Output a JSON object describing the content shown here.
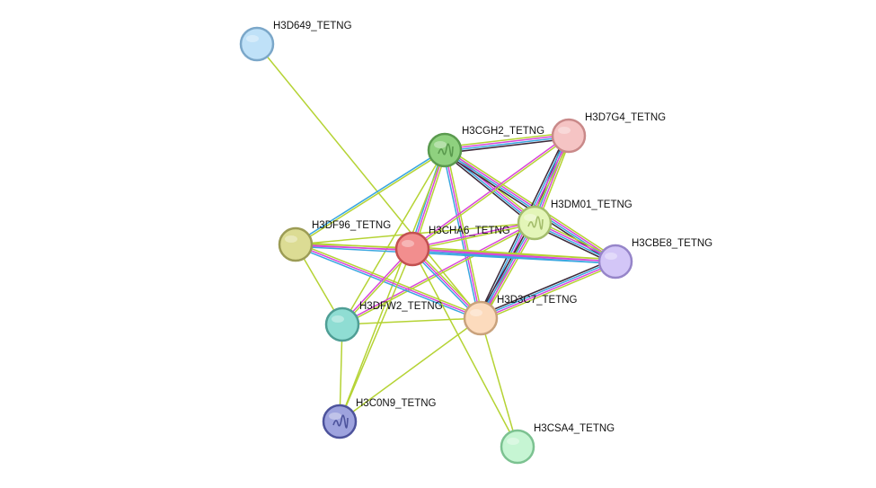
{
  "network": {
    "nodes": [
      {
        "id": "H3D649_TETNG",
        "label": "H3D649_TETNG",
        "fill": "#bfe1f8",
        "stroke": "#7ba7c9",
        "icon": "none"
      },
      {
        "id": "H3CGH2_TETNG",
        "label": "H3CGH2_TETNG",
        "fill": "#8fd17f",
        "stroke": "#5a9a4e",
        "icon": "protein-structure-icon"
      },
      {
        "id": "H3D7G4_TETNG",
        "label": "H3D7G4_TETNG",
        "fill": "#f5c4c4",
        "stroke": "#c98989",
        "icon": "none"
      },
      {
        "id": "H3DM01_TETNG",
        "label": "H3DM01_TETNG",
        "fill": "#e3f5b8",
        "stroke": "#a4bd6c",
        "icon": "protein-structure-icon"
      },
      {
        "id": "H3DF96_TETNG",
        "label": "H3DF96_TETNG",
        "fill": "#dcdc94",
        "stroke": "#9c9c55",
        "icon": "none"
      },
      {
        "id": "H3CHA6_TETNG",
        "label": "H3CHA6_TETNG",
        "fill": "#f28e8e",
        "stroke": "#c25050",
        "icon": "none"
      },
      {
        "id": "H3CBE8_TETNG",
        "label": "H3CBE8_TETNG",
        "fill": "#d3c6f7",
        "stroke": "#9685c9",
        "icon": "none"
      },
      {
        "id": "H3DFW2_TETNG",
        "label": "H3DFW2_TETNG",
        "fill": "#8fddd3",
        "stroke": "#4f9e95",
        "icon": "none"
      },
      {
        "id": "H3D3C7_TETNG",
        "label": "H3D3C7_TETNG",
        "fill": "#fcdbbd",
        "stroke": "#c9a27c",
        "icon": "none"
      },
      {
        "id": "H3C0N9_TETNG",
        "label": "H3C0N9_TETNG",
        "fill": "#9ea3de",
        "stroke": "#4d539c",
        "icon": "protein-structure-icon"
      },
      {
        "id": "H3CSA4_TETNG",
        "label": "H3CSA4_TETNG",
        "fill": "#c6f5d3",
        "stroke": "#7cc291",
        "icon": "none"
      }
    ],
    "edges": [
      {
        "source": "H3D649_TETNG",
        "target": "H3D3C7_TETNG",
        "colors": [
          "#b5d334"
        ]
      },
      {
        "source": "H3CGH2_TETNG",
        "target": "H3D7G4_TETNG",
        "colors": [
          "#b5d334",
          "#d946d9",
          "#3aa7e0",
          "#3e2a3a"
        ]
      },
      {
        "source": "H3CGH2_TETNG",
        "target": "H3DM01_TETNG",
        "colors": [
          "#b5d334",
          "#d946d9",
          "#3aa7e0",
          "#3e2a3a"
        ]
      },
      {
        "source": "H3CGH2_TETNG",
        "target": "H3CBE8_TETNG",
        "colors": [
          "#b5d334",
          "#d946d9",
          "#3aa7e0",
          "#3e2a3a"
        ]
      },
      {
        "source": "H3CGH2_TETNG",
        "target": "H3CHA6_TETNG",
        "colors": [
          "#b5d334",
          "#d946d9",
          "#3aa7e0"
        ]
      },
      {
        "source": "H3CGH2_TETNG",
        "target": "H3D3C7_TETNG",
        "colors": [
          "#b5d334",
          "#d946d9",
          "#3aa7e0"
        ]
      },
      {
        "source": "H3CGH2_TETNG",
        "target": "H3DF96_TETNG",
        "colors": [
          "#b5d334",
          "#3aa7e0"
        ]
      },
      {
        "source": "H3CGH2_TETNG",
        "target": "H3DFW2_TETNG",
        "colors": [
          "#b5d334"
        ]
      },
      {
        "source": "H3CGH2_TETNG",
        "target": "H3C0N9_TETNG",
        "colors": [
          "#b5d334"
        ]
      },
      {
        "source": "H3D7G4_TETNG",
        "target": "H3DM01_TETNG",
        "colors": [
          "#b5d334",
          "#d946d9",
          "#3aa7e0",
          "#3e2a3a"
        ]
      },
      {
        "source": "H3D7G4_TETNG",
        "target": "H3D3C7_TETNG",
        "colors": [
          "#b5d334",
          "#d946d9",
          "#3aa7e0",
          "#3e2a3a"
        ]
      },
      {
        "source": "H3D7G4_TETNG",
        "target": "H3CHA6_TETNG",
        "colors": [
          "#b5d334",
          "#d946d9"
        ]
      },
      {
        "source": "H3DM01_TETNG",
        "target": "H3CBE8_TETNG",
        "colors": [
          "#b5d334",
          "#d946d9",
          "#3aa7e0",
          "#3e2a3a"
        ]
      },
      {
        "source": "H3DM01_TETNG",
        "target": "H3D3C7_TETNG",
        "colors": [
          "#b5d334",
          "#d946d9",
          "#3aa7e0",
          "#3e2a3a"
        ]
      },
      {
        "source": "H3DM01_TETNG",
        "target": "H3CHA6_TETNG",
        "colors": [
          "#b5d334",
          "#d946d9"
        ]
      },
      {
        "source": "H3DM01_TETNG",
        "target": "H3DFW2_TETNG",
        "colors": [
          "#b5d334",
          "#d946d9"
        ]
      },
      {
        "source": "H3DM01_TETNG",
        "target": "H3DF96_TETNG",
        "colors": [
          "#b5d334"
        ]
      },
      {
        "source": "H3DF96_TETNG",
        "target": "H3CHA6_TETNG",
        "colors": [
          "#b5d334",
          "#d946d9"
        ]
      },
      {
        "source": "H3DF96_TETNG",
        "target": "H3CBE8_TETNG",
        "colors": [
          "#b5d334",
          "#d946d9",
          "#3aa7e0"
        ]
      },
      {
        "source": "H3DF96_TETNG",
        "target": "H3D3C7_TETNG",
        "colors": [
          "#b5d334",
          "#d946d9",
          "#3aa7e0"
        ]
      },
      {
        "source": "H3DF96_TETNG",
        "target": "H3DFW2_TETNG",
        "colors": [
          "#b5d334"
        ]
      },
      {
        "source": "H3CHA6_TETNG",
        "target": "H3CBE8_TETNG",
        "colors": [
          "#b5d334",
          "#d946d9",
          "#3aa7e0"
        ]
      },
      {
        "source": "H3CHA6_TETNG",
        "target": "H3D3C7_TETNG",
        "colors": [
          "#b5d334",
          "#d946d9",
          "#3aa7e0"
        ]
      },
      {
        "source": "H3CHA6_TETNG",
        "target": "H3DFW2_TETNG",
        "colors": [
          "#b5d334",
          "#d946d9"
        ]
      },
      {
        "source": "H3CHA6_TETNG",
        "target": "H3C0N9_TETNG",
        "colors": [
          "#b5d334"
        ]
      },
      {
        "source": "H3CHA6_TETNG",
        "target": "H3CSA4_TETNG",
        "colors": [
          "#b5d334"
        ]
      },
      {
        "source": "H3CBE8_TETNG",
        "target": "H3D3C7_TETNG",
        "colors": [
          "#b5d334",
          "#d946d9",
          "#3aa7e0",
          "#3e2a3a"
        ]
      },
      {
        "source": "H3DFW2_TETNG",
        "target": "H3D3C7_TETNG",
        "colors": [
          "#b5d334"
        ]
      },
      {
        "source": "H3DFW2_TETNG",
        "target": "H3C0N9_TETNG",
        "colors": [
          "#b5d334"
        ]
      },
      {
        "source": "H3D3C7_TETNG",
        "target": "H3C0N9_TETNG",
        "colors": [
          "#b5d334"
        ]
      },
      {
        "source": "H3D3C7_TETNG",
        "target": "H3CSA4_TETNG",
        "colors": [
          "#b5d334"
        ]
      }
    ]
  }
}
